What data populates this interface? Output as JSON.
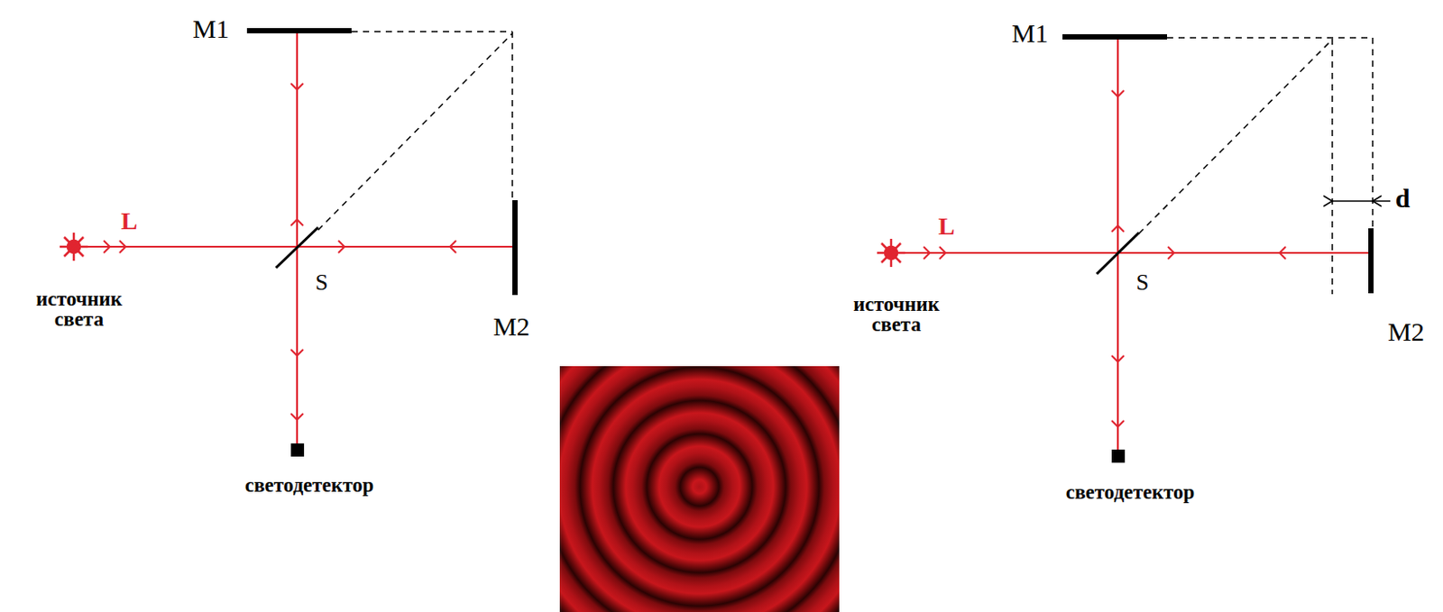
{
  "diagram": {
    "labels": [
      "M1",
      "L",
      "S",
      "источник света",
      "M2",
      "светодетектор",
      "M1",
      "L",
      "S",
      "источник света",
      "M2",
      "светодетектор",
      "d"
    ]
  }
}
